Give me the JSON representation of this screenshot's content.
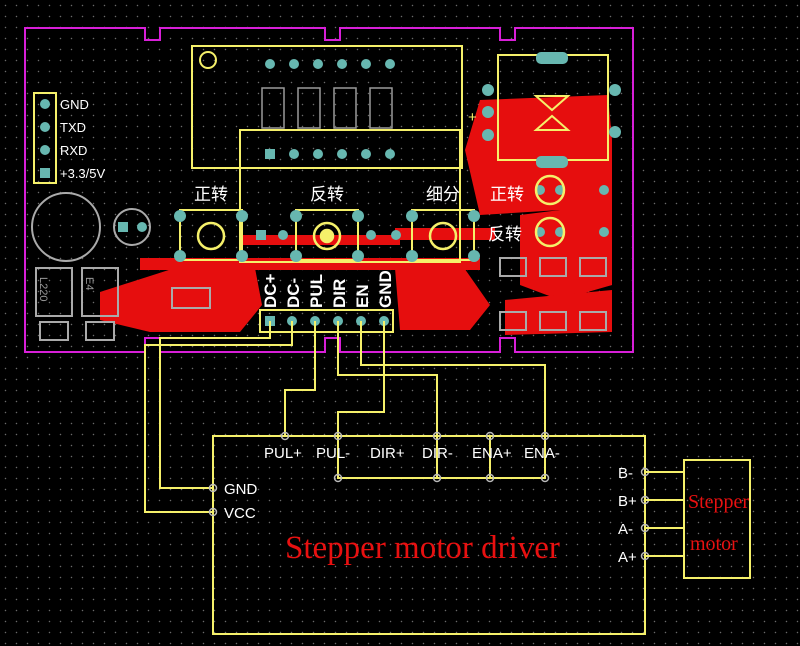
{
  "board": {
    "uart_labels": [
      "GND",
      "TXD",
      "RXD",
      "+3.3/5V"
    ],
    "cjk_labels": [
      "正转",
      "反转",
      "细分",
      "正转",
      "反转"
    ],
    "header_labels": [
      "DC+",
      "DC-",
      "PUL",
      "DIR",
      "EN",
      "GND"
    ],
    "silk_marks": [
      "+"
    ],
    "dim_marks": [
      "L220",
      "E4"
    ]
  },
  "driver": {
    "title": "Stepper motor driver",
    "top_pins": [
      "PUL+",
      "PUL-",
      "DIR+",
      "DIR-",
      "ENA+",
      "ENA-"
    ],
    "left_pins": [
      "GND",
      "VCC"
    ],
    "right_pins": [
      "B-",
      "B+",
      "A-",
      "A+"
    ]
  },
  "motor": {
    "label_line1": "Stepper",
    "label_line2": "motor"
  },
  "colors": {
    "background": "#000000",
    "board_outline": "#d81fd8",
    "silkscreen": "#f5f06a",
    "copper": "#e60e0e",
    "pad": "#67b7b0",
    "label_red": "#e81010"
  }
}
